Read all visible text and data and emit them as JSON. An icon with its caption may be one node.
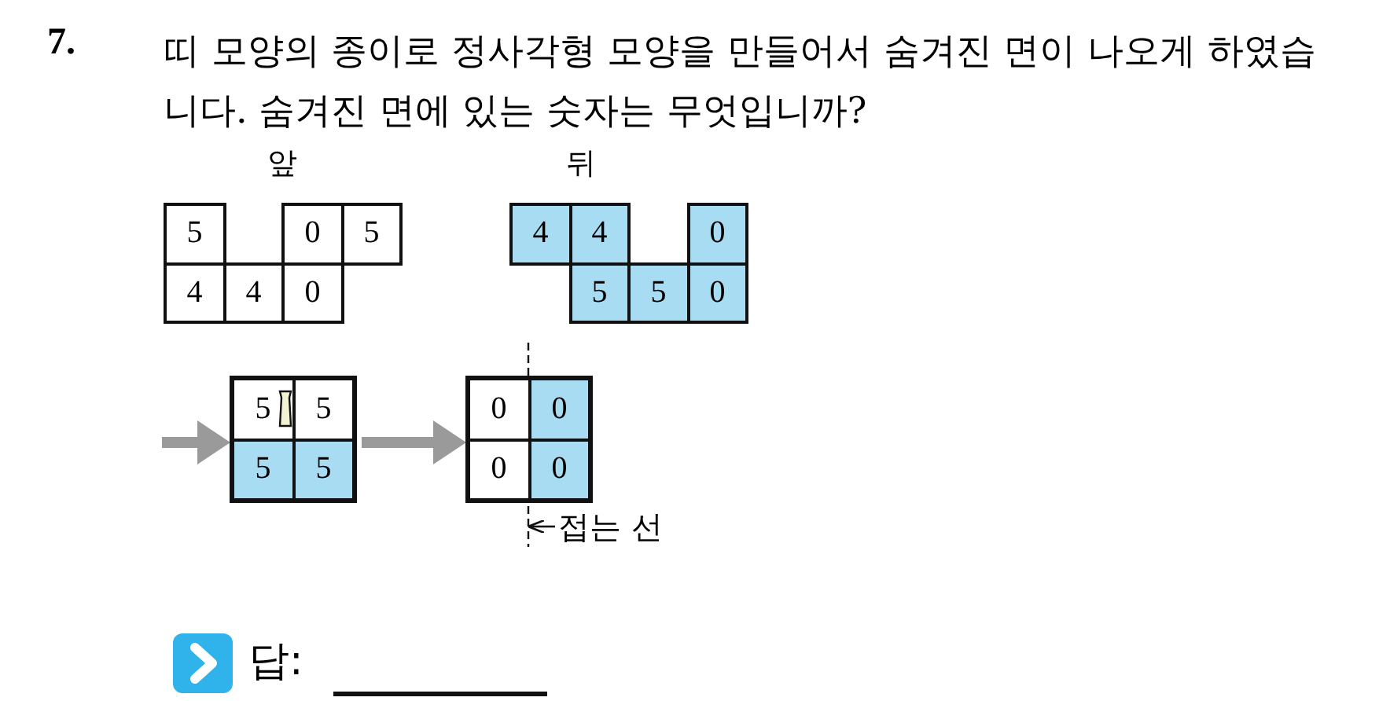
{
  "diagram": {
    "title": "띠 모양의 종이로 정사각형 모양을 만들어서 숨겨진 면이 나오게 하였습니다. 숨겨진 면에 있는 숫자는 무엇입니까?",
    "nodes": [
      {
        "text": [
          "앞"
        ]
      },
      {
        "text": [
          "5"
        ],
        "in": 0
      },
      {
        "text": [
          "0"
        ],
        "in": 0
      },
      {
        "text": [
          "5"
        ],
        "in": 0
      },
      {
        "text": [
          "4"
        ],
        "in": 0
      },
      {
        "text": [
          "4"
        ],
        "in": 0
      },
      {
        "text": [
          "0"
        ],
        "in": 0
      },
      {
        "text": [
          "뒤"
        ]
      },
      {
        "text": [
          "4"
        ],
        "in": 7
      },
      {
        "text": [
          "4"
        ],
        "in": 7
      },
      {
        "text": [
          "0"
        ],
        "in": 7
      },
      {
        "text": [
          "5"
        ],
        "in": 7
      },
      {
        "text": [
          "5"
        ],
        "in": 7
      },
      {
        "text": [
          "0"
        ],
        "in": 7
      },
      {
        "text": [],
        "shape": "box"
      },
      {
        "text": [
          "5"
        ],
        "in": 14
      },
      {
        "text": [
          "5"
        ],
        "in": 14
      },
      {
        "text": [
          "5"
        ],
        "in": 14
      },
      {
        "text": [
          "5"
        ],
        "in": 14
      },
      {
        "text": [],
        "shape": "box"
      },
      {
        "text": [
          "0"
        ],
        "in": 19
      },
      {
        "text": [
          "0"
        ],
        "in": 19
      },
      {
        "text": [
          "0"
        ],
        "in": 19
      },
      {
        "text": [
          "0"
        ],
        "in": 19
      },
      {
        "text": [
          "접는 선"
        ]
      }
    ],
    "edges": [
      {
        "from": null,
        "to": 14,
        "arrow": "to"
      },
      {
        "from": 14,
        "to": 19,
        "arrow": "to"
      },
      {
        "from": 24,
        "to": null,
        "arrow": "to",
        "color": "#111111"
      }
    ],
    "labels": [
      "7.",
      "답:"
    ]
  }
}
